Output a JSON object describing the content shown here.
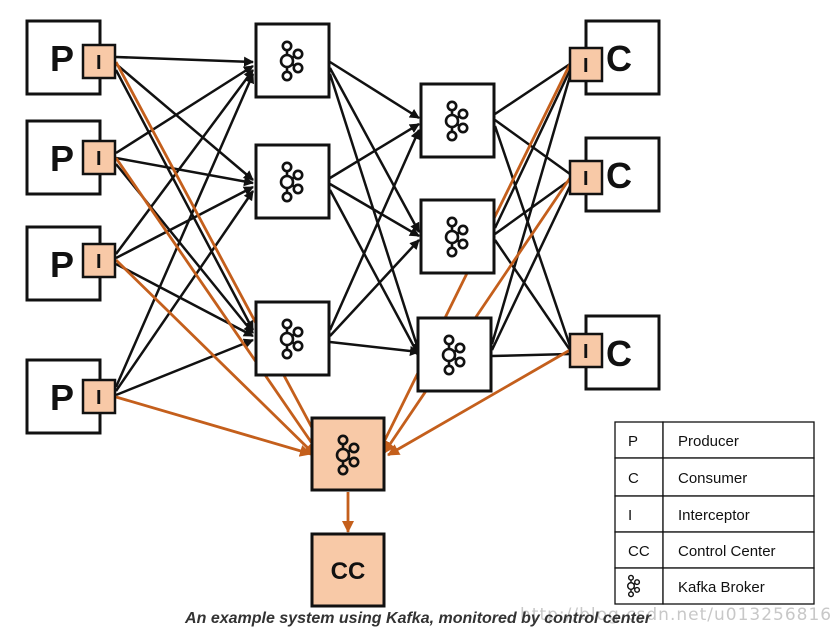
{
  "producers": [
    {
      "label": "P",
      "interceptor": "I"
    },
    {
      "label": "P",
      "interceptor": "I"
    },
    {
      "label": "P",
      "interceptor": "I"
    },
    {
      "label": "P",
      "interceptor": "I"
    }
  ],
  "consumers": [
    {
      "label": "C",
      "interceptor": "I"
    },
    {
      "label": "C",
      "interceptor": "I"
    },
    {
      "label": "C",
      "interceptor": "I"
    }
  ],
  "brokers": {
    "tier1": [
      "kafka-broker",
      "kafka-broker",
      "kafka-broker"
    ],
    "tier2": [
      "kafka-broker",
      "kafka-broker",
      "kafka-broker"
    ],
    "monitoring": "kafka-broker"
  },
  "control_center": {
    "label": "CC"
  },
  "legend": [
    {
      "key": "P",
      "description": "Producer"
    },
    {
      "key": "C",
      "description": "Consumer"
    },
    {
      "key": "I",
      "description": "Interceptor"
    },
    {
      "key": "CC",
      "description": "Control Center"
    },
    {
      "key": "",
      "icon": "kafka-broker-icon",
      "description": "Kafka Broker"
    }
  ],
  "caption": "An example system using Kafka, monitored by control center",
  "watermark": "http://blog.csdn.net/u013256816",
  "colors": {
    "interceptor_fill": "#f8c9a7",
    "monitor_edge": "#c45f1c",
    "data_edge": "#111111"
  }
}
